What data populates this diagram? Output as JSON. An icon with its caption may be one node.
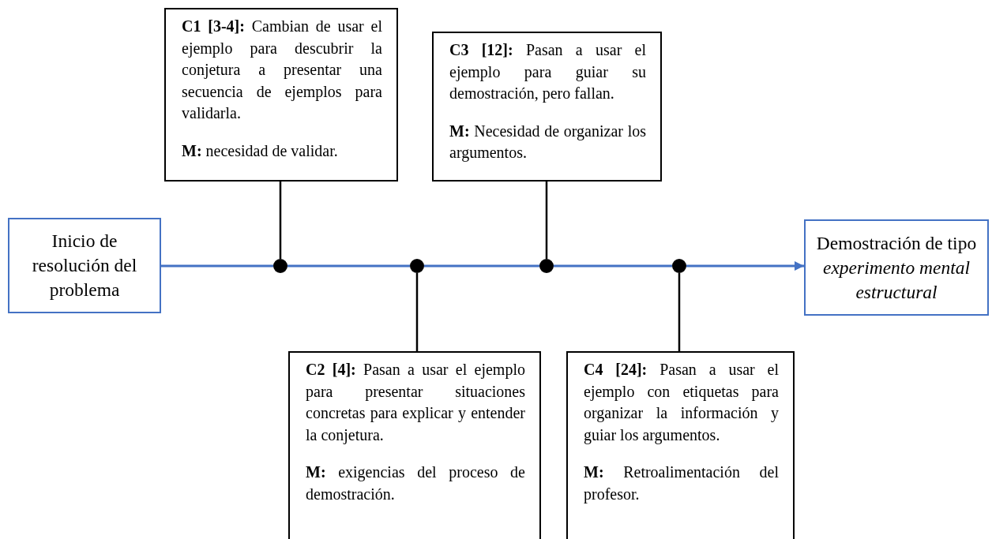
{
  "diagram": {
    "nodes": [
      {
        "text": [
          "**C1 [3-4]:** Cambian de usar el ejemplo para descubrir la conjetura a presentar una secuencia de ejemplos para validarla.",
          "**M:** necesidad de validar."
        ]
      },
      {
        "text": [
          "**C3 [12]:** Pasan a usar el ejemplo para guiar su demostración, pero fallan.",
          "**M:** Necesidad de organizar los argumentos."
        ]
      },
      {
        "text": [
          "Inicio de resolución del problema"
        ]
      },
      {
        "text": [],
        "shape": "circle"
      },
      {
        "text": [],
        "shape": "circle"
      },
      {
        "text": [],
        "shape": "circle"
      },
      {
        "text": [],
        "shape": "circle"
      },
      {
        "text": [
          "Demostración de tipo *experimento mental estructural*"
        ]
      },
      {
        "text": [
          "**C2 [4]:** Pasan a usar el ejemplo para presentar situaciones concretas para explicar y entender la conjetura.",
          "**M:** exigencias del proceso de demostración."
        ]
      },
      {
        "text": [
          "**C4 [24]:** Pasan a usar el ejemplo con etiquetas para organizar la información y guiar los argumentos.",
          "**M:** Retroalimentación del profesor."
        ]
      }
    ],
    "edges": [
      {
        "from": 2,
        "to": 3,
        "arrow": "none"
      },
      {
        "from": 3,
        "to": 4,
        "arrow": "none"
      },
      {
        "from": 4,
        "to": 5,
        "arrow": "none"
      },
      {
        "from": 5,
        "to": 6,
        "arrow": "none"
      },
      {
        "from": 6,
        "to": 7,
        "arrow": "to"
      },
      {
        "from": 0,
        "to": 3,
        "arrow": "none",
        "color": "#000000"
      },
      {
        "from": 1,
        "to": 5,
        "arrow": "none",
        "color": "#000000"
      },
      {
        "from": 4,
        "to": 8,
        "arrow": "none",
        "color": "#000000"
      },
      {
        "from": 6,
        "to": 9,
        "arrow": "none",
        "color": "#000000"
      }
    ]
  }
}
